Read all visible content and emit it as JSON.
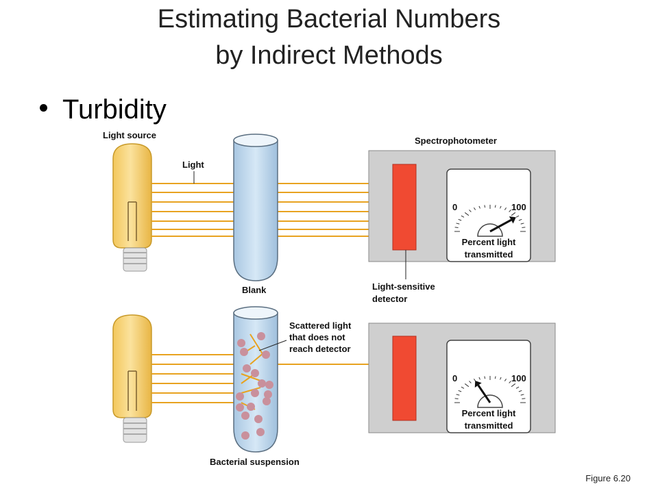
{
  "slide": {
    "title_line1": "Estimating Bacterial Numbers",
    "title_line2": "by Indirect Methods",
    "bullet": "Turbidity",
    "figure_ref": "Figure 6.20"
  },
  "diagram": {
    "light_source": "Light source",
    "light": "Light",
    "spectrophotometer": "Spectrophotometer",
    "blank": "Blank",
    "detector_line1": "Light-sensitive",
    "detector_line2": "detector",
    "scattered_line1": "Scattered light",
    "scattered_line2": "that does not",
    "scattered_line3": "reach detector",
    "bacterial_suspension": "Bacterial suspension",
    "meter_top": {
      "min": "0",
      "max": "100",
      "caption_line1": "Percent light",
      "caption_line2": "transmitted",
      "reading_percent": 80
    },
    "meter_bottom": {
      "min": "0",
      "max": "100",
      "caption_line1": "Percent light",
      "caption_line2": "transmitted",
      "reading_percent": 35
    },
    "colors": {
      "bulb": "#f7d37a",
      "light_beam": "#e8a21f",
      "tube_fill": "#c7def0",
      "detector": "#f04a32",
      "panel": "#cfcfcf",
      "bacteria": "#c9909c"
    }
  }
}
